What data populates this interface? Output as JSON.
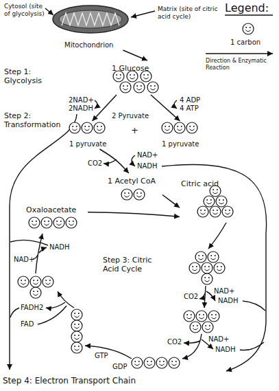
{
  "diagram": {
    "nodes": [
      {
        "text": [
          "Mitochondrion"
        ]
      },
      {
        "text": [
          "1 Glucose"
        ]
      },
      {
        "text": [
          "1 pyruvate"
        ]
      },
      {
        "text": [
          "1 pyruvate"
        ]
      },
      {
        "text": [
          "1 Acetyl CoA"
        ]
      },
      {
        "text": [
          "Citric acid"
        ]
      },
      {
        "text": [
          "Oxaloacetate"
        ]
      },
      {
        "text": [
          "Step 4: Electron Transport Chain"
        ]
      }
    ],
    "edges": [
      {
        "from": 0,
        "to": 1,
        "arrow": "to"
      },
      {
        "from": 1,
        "to": 2,
        "arrow": "to"
      },
      {
        "from": 1,
        "to": 3,
        "arrow": "to"
      },
      {
        "from": 2,
        "to": 4,
        "arrow": "to"
      },
      {
        "from": 4,
        "to": 5,
        "arrow": "to"
      },
      {
        "from": 6,
        "to": 5,
        "arrow": "to"
      }
    ],
    "labels": [
      "Cytosol (site of glycolysis)",
      "Matrix (site of citric acid cycle)",
      "Legend:",
      "Step 1: Glycolysis",
      "2NAD+",
      "2NADH",
      "4 ADP",
      "4 ATP",
      "Step 2: Transformation",
      "2 Pyruvate",
      "+",
      "NAD+",
      "CO2",
      "NADH",
      "Step 3: Citric Acid Cycle",
      "CO2",
      "NAD+",
      "NADH",
      "CO2",
      "NAD+",
      "NADH",
      "GTP",
      "GDP",
      "FADH2",
      "FAD",
      "NADH",
      "NAD+"
    ],
    "legend": [
      {
        "text": "1 carbon"
      },
      {
        "text": "Direction & Enzymatic Reaction"
      }
    ]
  }
}
